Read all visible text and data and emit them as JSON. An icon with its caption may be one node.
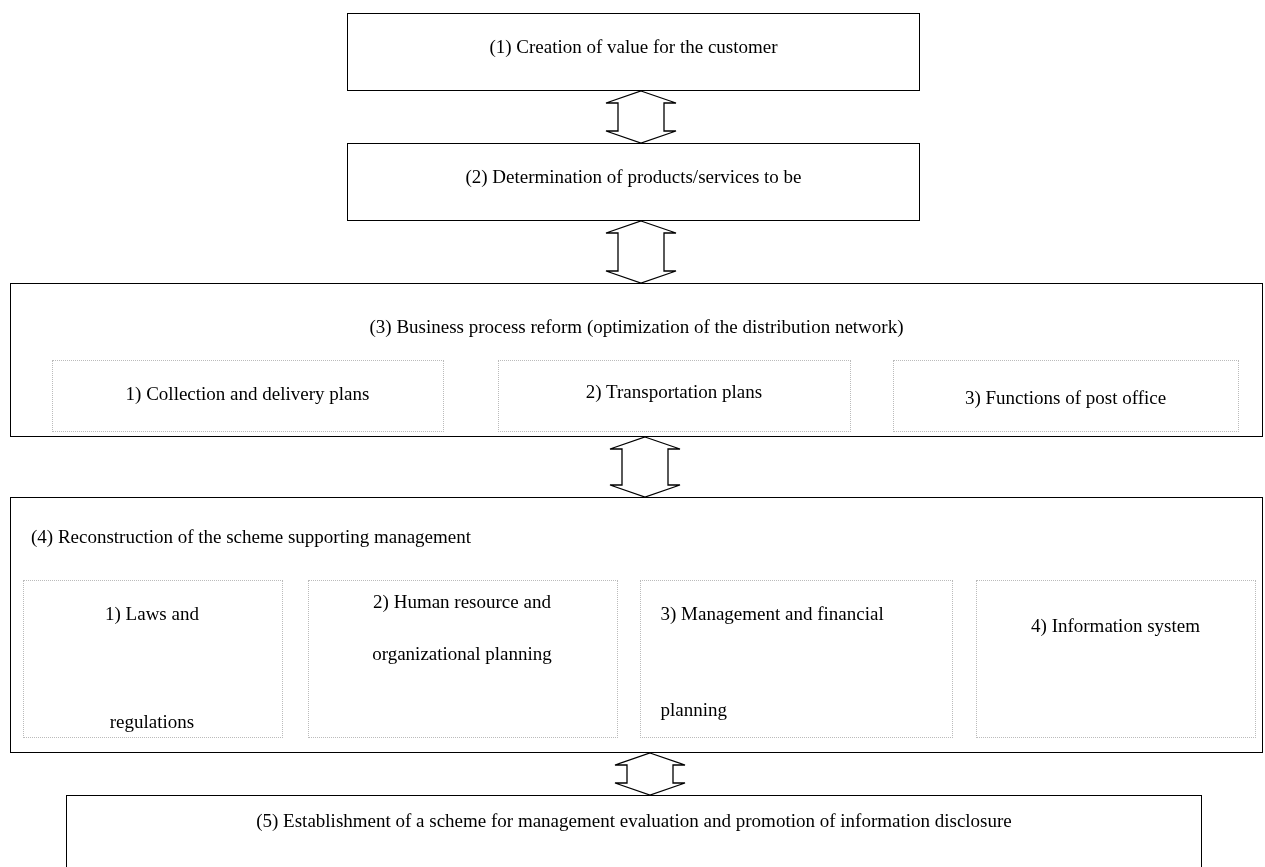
{
  "diagram": {
    "nodes": [
      {
        "text": [
          "(1) Creation of value for the customer"
        ]
      },
      {
        "text": [
          "(2) Determination of products/services to be"
        ]
      },
      {
        "text": [
          "(3) Business process reform (optimization of the distribution network)"
        ]
      },
      {
        "text": [
          "1) Collection and delivery plans"
        ],
        "in": 2
      },
      {
        "text": [
          "2) Transportation plans"
        ],
        "in": 2
      },
      {
        "text": [
          "3) Functions of post office"
        ],
        "in": 2
      },
      {
        "text": [
          "(4) Reconstruction of the scheme supporting management"
        ]
      },
      {
        "text": [
          "1) Laws and regulations"
        ],
        "in": 6
      },
      {
        "text": [
          "2) Human resource and organizational planning"
        ],
        "in": 6
      },
      {
        "text": [
          "3) Management and financial planning"
        ],
        "in": 6
      },
      {
        "text": [
          "4) Information system"
        ],
        "in": 6
      },
      {
        "text": [
          "(5) Establishment of a scheme for management evaluation and promotion of information disclosure"
        ]
      }
    ],
    "edges": [
      {
        "from": 0,
        "to": 1,
        "arrow": "both"
      },
      {
        "from": 1,
        "to": 2,
        "arrow": "both"
      },
      {
        "from": 2,
        "to": 6,
        "arrow": "both"
      },
      {
        "from": 6,
        "to": 11,
        "arrow": "both"
      }
    ]
  }
}
